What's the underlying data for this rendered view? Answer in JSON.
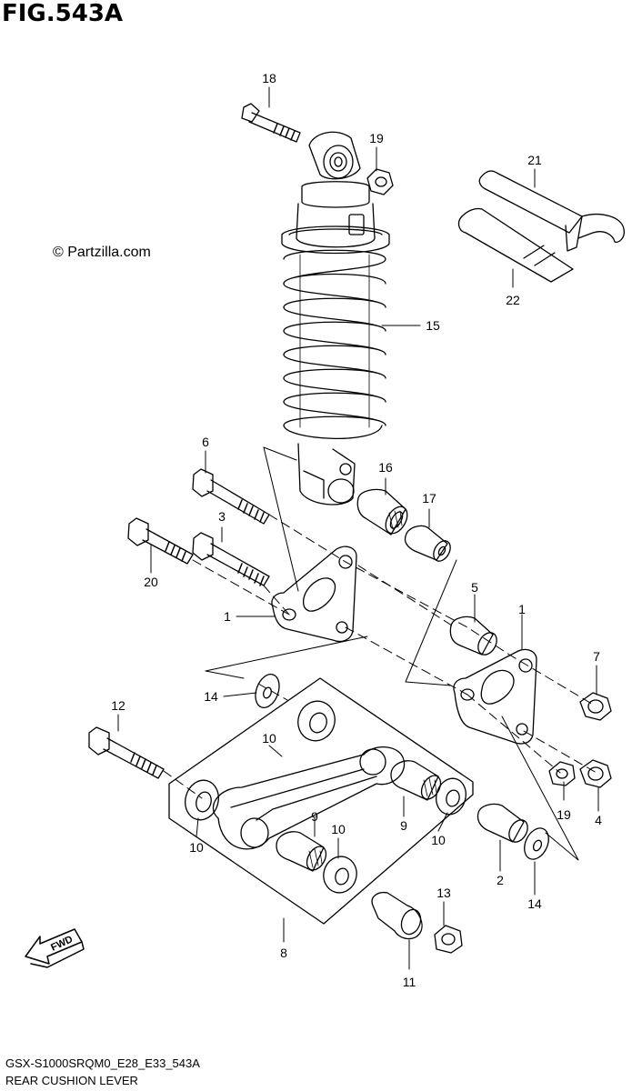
{
  "figure": {
    "title": "FIG.543A",
    "copyright": "© Partzilla.com",
    "footer_code": "GSX-S1000SRQM0_E28_E33_543A",
    "footer_name": "REAR CUSHION LEVER",
    "fwd_label": "FWD"
  },
  "callouts": [
    {
      "id": "18",
      "text": "18"
    },
    {
      "id": "19a",
      "text": "19"
    },
    {
      "id": "21",
      "text": "21"
    },
    {
      "id": "22",
      "text": "22"
    },
    {
      "id": "15",
      "text": "15"
    },
    {
      "id": "6",
      "text": "6"
    },
    {
      "id": "16",
      "text": "16"
    },
    {
      "id": "17",
      "text": "17"
    },
    {
      "id": "3",
      "text": "3"
    },
    {
      "id": "20",
      "text": "20"
    },
    {
      "id": "1a",
      "text": "1"
    },
    {
      "id": "5",
      "text": "5"
    },
    {
      "id": "1b",
      "text": "1"
    },
    {
      "id": "7",
      "text": "7"
    },
    {
      "id": "14a",
      "text": "14"
    },
    {
      "id": "12",
      "text": "12"
    },
    {
      "id": "10a",
      "text": "10"
    },
    {
      "id": "19b",
      "text": "19"
    },
    {
      "id": "4",
      "text": "4"
    },
    {
      "id": "9a",
      "text": "9"
    },
    {
      "id": "10b",
      "text": "10"
    },
    {
      "id": "10c",
      "text": "10"
    },
    {
      "id": "9b",
      "text": "9"
    },
    {
      "id": "10d",
      "text": "10"
    },
    {
      "id": "2",
      "text": "2"
    },
    {
      "id": "14b",
      "text": "14"
    },
    {
      "id": "13",
      "text": "13"
    },
    {
      "id": "8",
      "text": "8"
    },
    {
      "id": "11",
      "text": "11"
    }
  ]
}
